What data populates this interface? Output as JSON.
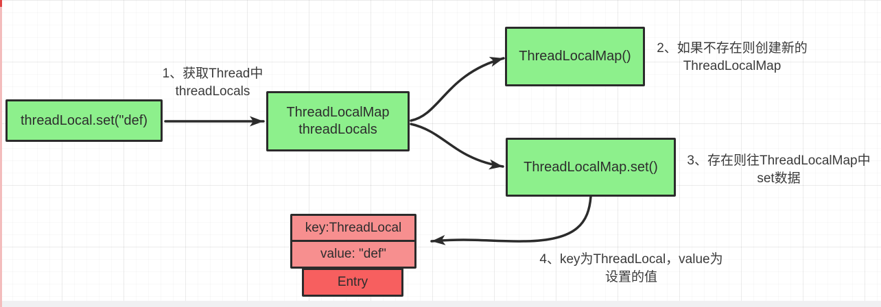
{
  "colors": {
    "node-green": "#8df08c",
    "node-pink": "#f78f8f",
    "node-red": "#f75f5f",
    "border": "#2b2b2b",
    "arrow": "#2b2b2b",
    "text": "#2d2d2d"
  },
  "nodes": {
    "set_call": {
      "label": "threadLocal.set(\"def)"
    },
    "thread_locals": {
      "line1": "ThreadLocalMap",
      "line2": "threadLocals"
    },
    "map_ctor": {
      "label": "ThreadLocalMap()"
    },
    "map_set": {
      "label": "ThreadLocalMap.set()"
    },
    "entry_key": {
      "label": "key:ThreadLocal"
    },
    "entry_value": {
      "label": "value: \"def\""
    },
    "entry": {
      "label": "Entry"
    }
  },
  "annotations": {
    "step1": {
      "line1": "1、获取Thread中",
      "line2": "threadLocals"
    },
    "step2": {
      "line1": "2、如果不存在则创建新的",
      "line2": "ThreadLocalMap"
    },
    "step3": {
      "line1": "3、存在则往ThreadLocalMap中",
      "line2": "set数据"
    },
    "step4": {
      "line1": "4、key为ThreadLocal，value为",
      "line2": "设置的值"
    }
  }
}
